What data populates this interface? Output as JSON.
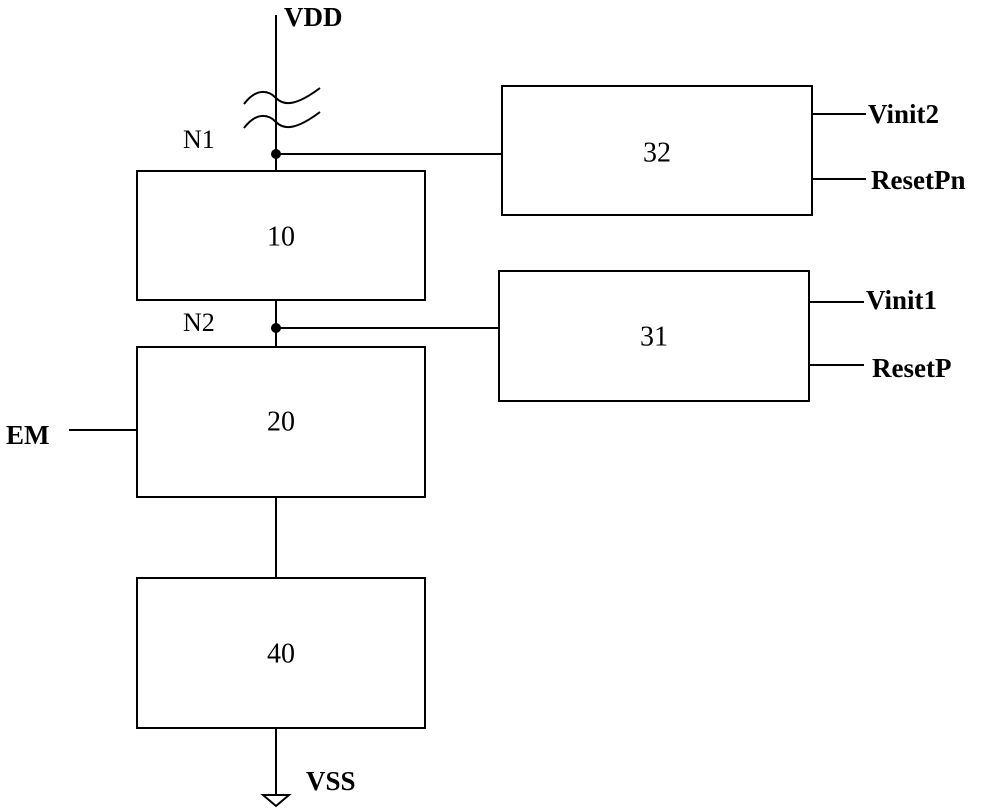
{
  "blocks": {
    "b10": "10",
    "b20": "20",
    "b31": "31",
    "b32": "32",
    "b40": "40"
  },
  "nodes": {
    "n1": "N1",
    "n2": "N2"
  },
  "signals": {
    "vdd": "VDD",
    "vss": "VSS",
    "em": "EM",
    "vinit1": "Vinit1",
    "vinit2": "Vinit2",
    "resetp": "ResetP",
    "resetpn": "ResetPn"
  }
}
